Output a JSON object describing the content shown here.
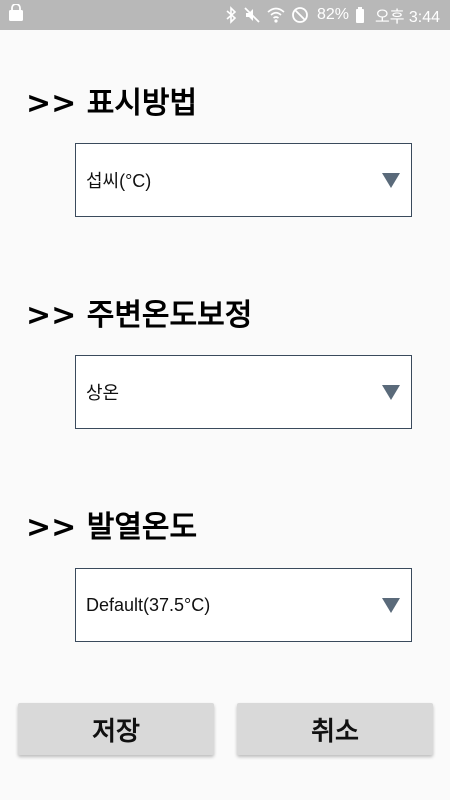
{
  "status_bar": {
    "battery_percent": "82%",
    "time": "오후 3:44",
    "icons": [
      "shopping-bag-icon",
      "bluetooth-icon",
      "mute-icon",
      "wifi-icon",
      "do-not-disturb-icon",
      "battery-icon"
    ]
  },
  "sections": [
    {
      "title": ">> 표시방법",
      "selected": "섭씨(°C)"
    },
    {
      "title": ">> 주변온도보정",
      "selected": "상온"
    },
    {
      "title": ">> 발열온도",
      "selected": "Default(37.5°C)"
    }
  ],
  "buttons": {
    "save_label": "저장",
    "cancel_label": "취소"
  },
  "colors": {
    "status_bar_bg": "#b8b8b8",
    "select_border": "#3a4a5c",
    "arrow": "#5a6a7a",
    "button_bg": "#d9d9d9"
  }
}
